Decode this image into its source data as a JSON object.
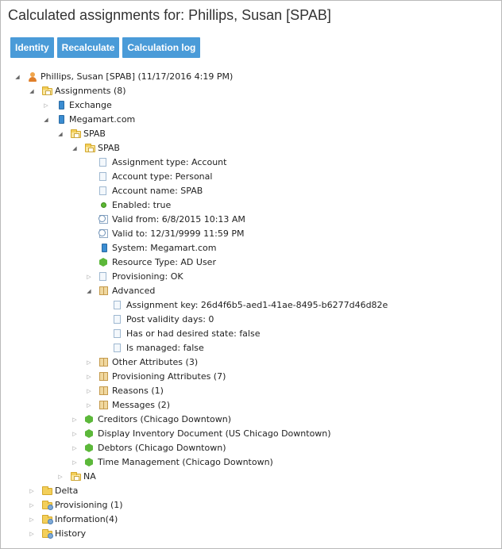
{
  "title": "Calculated assignments for: Phillips, Susan [SPAB]",
  "toolbar": {
    "identity": "Identity",
    "recalculate": "Recalculate",
    "calculation_log": "Calculation log"
  },
  "tree": [
    {
      "label": "Phillips, Susan [SPAB] (11/17/2016 4:19 PM)",
      "level": 0,
      "toggle": "expanded",
      "icon": "user-icon"
    },
    {
      "label": "Assignments (8)",
      "level": 1,
      "toggle": "expanded",
      "icon": "folder-user-icon"
    },
    {
      "label": "Exchange",
      "level": 2,
      "toggle": "collapsed",
      "icon": "system-icon"
    },
    {
      "label": "Megamart.com",
      "level": 2,
      "toggle": "expanded",
      "icon": "system-icon"
    },
    {
      "label": "SPAB",
      "level": 3,
      "toggle": "expanded",
      "icon": "folder-open-icon"
    },
    {
      "label": "SPAB",
      "level": 4,
      "toggle": "expanded",
      "icon": "folder-open-icon"
    },
    {
      "label": "Assignment type: Account",
      "level": 5,
      "toggle": "none",
      "icon": "document-icon"
    },
    {
      "label": "Account type: Personal",
      "level": 5,
      "toggle": "none",
      "icon": "document-icon"
    },
    {
      "label": "Account name: SPAB",
      "level": 5,
      "toggle": "none",
      "icon": "document-icon"
    },
    {
      "label": "Enabled: true",
      "level": 5,
      "toggle": "none",
      "icon": "green-dot-icon"
    },
    {
      "label": "Valid from: 6/8/2015 10:13 AM",
      "level": 5,
      "toggle": "none",
      "icon": "calendar-clock-icon"
    },
    {
      "label": "Valid to: 12/31/9999 11:59 PM",
      "level": 5,
      "toggle": "none",
      "icon": "calendar-clock-icon"
    },
    {
      "label": "System: Megamart.com",
      "level": 5,
      "toggle": "none",
      "icon": "system-icon"
    },
    {
      "label": "Resource Type: AD User",
      "level": 5,
      "toggle": "none",
      "icon": "cube-icon"
    },
    {
      "label": "Provisioning: OK",
      "level": 5,
      "toggle": "collapsed",
      "icon": "document-icon"
    },
    {
      "label": "Advanced",
      "level": 5,
      "toggle": "expanded",
      "icon": "book-icon"
    },
    {
      "label": "Assignment key: 26d4f6b5-aed1-41ae-8495-b6277d46d82e",
      "level": 6,
      "toggle": "none",
      "icon": "document-icon"
    },
    {
      "label": "Post validity days: 0",
      "level": 6,
      "toggle": "none",
      "icon": "document-icon"
    },
    {
      "label": "Has or had desired state: false",
      "level": 6,
      "toggle": "none",
      "icon": "document-icon"
    },
    {
      "label": "Is managed: false",
      "level": 6,
      "toggle": "none",
      "icon": "document-icon"
    },
    {
      "label": "Other Attributes (3)",
      "level": 5,
      "toggle": "collapsed",
      "icon": "book-icon"
    },
    {
      "label": "Provisioning Attributes (7)",
      "level": 5,
      "toggle": "collapsed",
      "icon": "book-icon"
    },
    {
      "label": "Reasons (1)",
      "level": 5,
      "toggle": "collapsed",
      "icon": "book-icon"
    },
    {
      "label": "Messages (2)",
      "level": 5,
      "toggle": "collapsed",
      "icon": "book-icon"
    },
    {
      "label": "Creditors (Chicago Downtown)",
      "level": 4,
      "toggle": "collapsed",
      "icon": "cube-icon"
    },
    {
      "label": "Display Inventory Document (US Chicago Downtown)",
      "level": 4,
      "toggle": "collapsed",
      "icon": "cube-icon"
    },
    {
      "label": "Debtors (Chicago Downtown)",
      "level": 4,
      "toggle": "collapsed",
      "icon": "cube-icon"
    },
    {
      "label": "Time Management (Chicago Downtown)",
      "level": 4,
      "toggle": "collapsed",
      "icon": "cube-icon"
    },
    {
      "label": "NA",
      "level": 3,
      "toggle": "collapsed",
      "icon": "folder-open-icon"
    },
    {
      "label": "Delta",
      "level": 1,
      "toggle": "collapsed",
      "icon": "folder-icon"
    },
    {
      "label": "Provisioning (1)",
      "level": 1,
      "toggle": "collapsed",
      "icon": "folder-gear-icon"
    },
    {
      "label": "Information(4)",
      "level": 1,
      "toggle": "collapsed",
      "icon": "folder-gear-icon"
    },
    {
      "label": "History",
      "level": 1,
      "toggle": "collapsed",
      "icon": "folder-gear-icon"
    }
  ]
}
